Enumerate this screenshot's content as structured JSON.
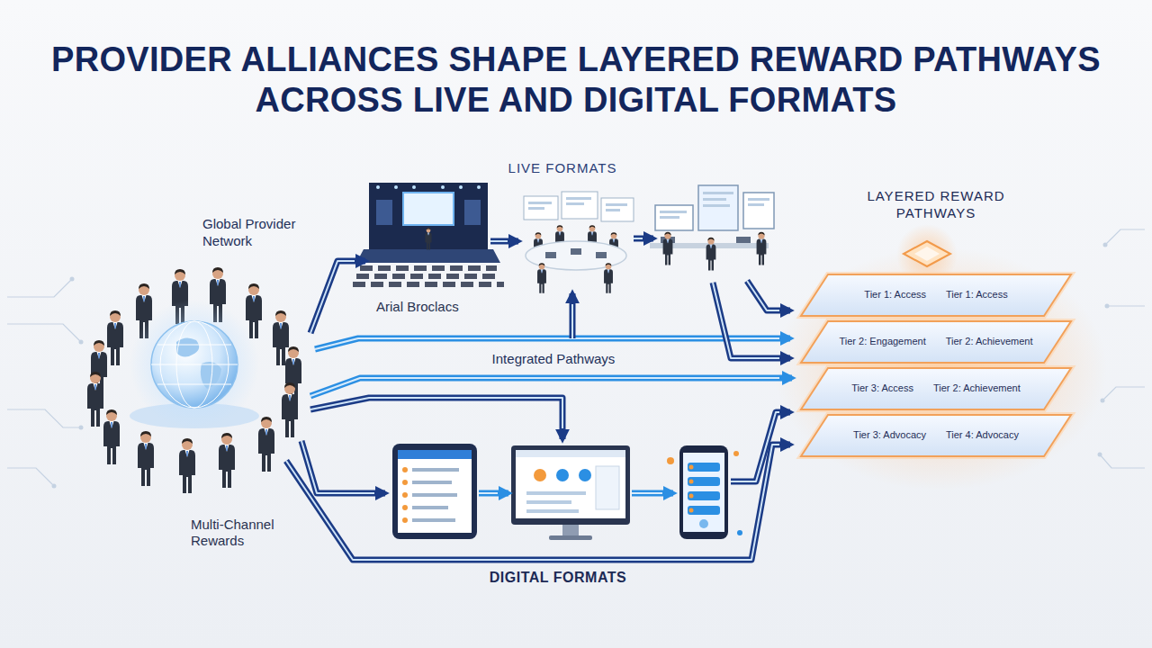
{
  "diagram": {
    "title": "PROVIDER ALLIANCES SHAPE LAYERED REWARD PATHWAYS ACROSS LIVE AND DIGITAL FORMATS",
    "nodes": [
      {
        "text": [
          "Global Provider Network"
        ]
      },
      {
        "text": [
          "LAYERED REWARD PATHWAYS"
        ]
      },
      {
        "text": [
          "Tier 1: Access",
          "Tier 1: Access"
        ],
        "in": 1
      },
      {
        "text": [
          "Tier 2: Engagement",
          "Tier 2: Achievement"
        ],
        "in": 1
      },
      {
        "text": [
          "Tier 3: Access",
          "Tier 2: Achievement"
        ],
        "in": 1
      },
      {
        "text": [
          "Tier 3: Advocacy",
          "Tier 4: Advocacy"
        ],
        "in": 1
      }
    ],
    "edges": [
      {
        "from": 0,
        "to": 1,
        "label": "Integrated Pathways",
        "arrow": "to"
      }
    ],
    "labels": [
      "LIVE FORMATS",
      "Arial Broclacs",
      "Multi-Channel Rewards",
      "DIGITAL FORMATS"
    ]
  }
}
